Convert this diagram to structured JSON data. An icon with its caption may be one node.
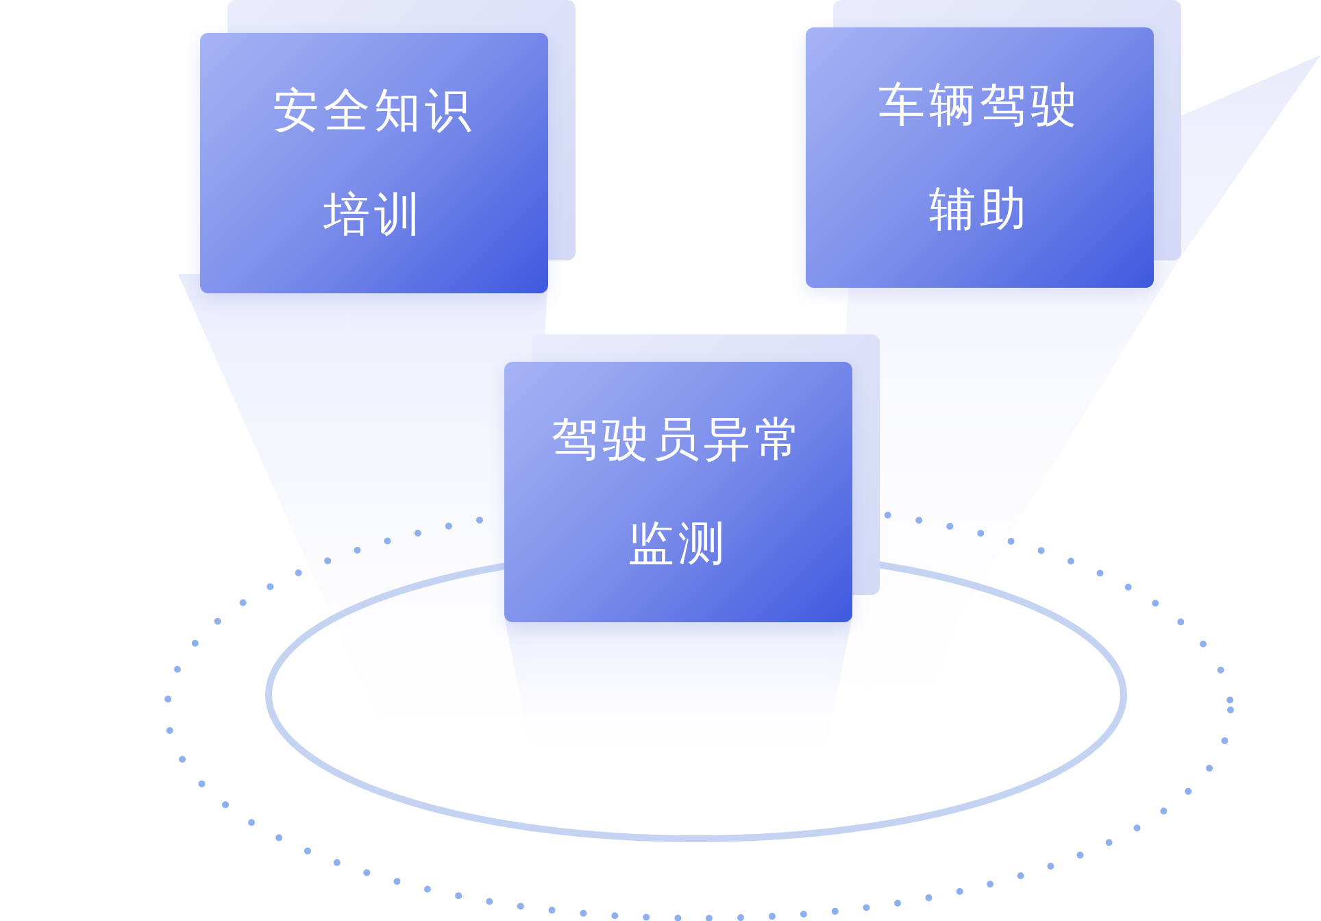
{
  "diagram": {
    "nodes": [
      {
        "text": [
          "安全知识培训"
        ]
      },
      {
        "text": [
          "车辆驾驶辅助"
        ]
      },
      {
        "text": [
          "驾驶员异常监测"
        ]
      }
    ]
  }
}
